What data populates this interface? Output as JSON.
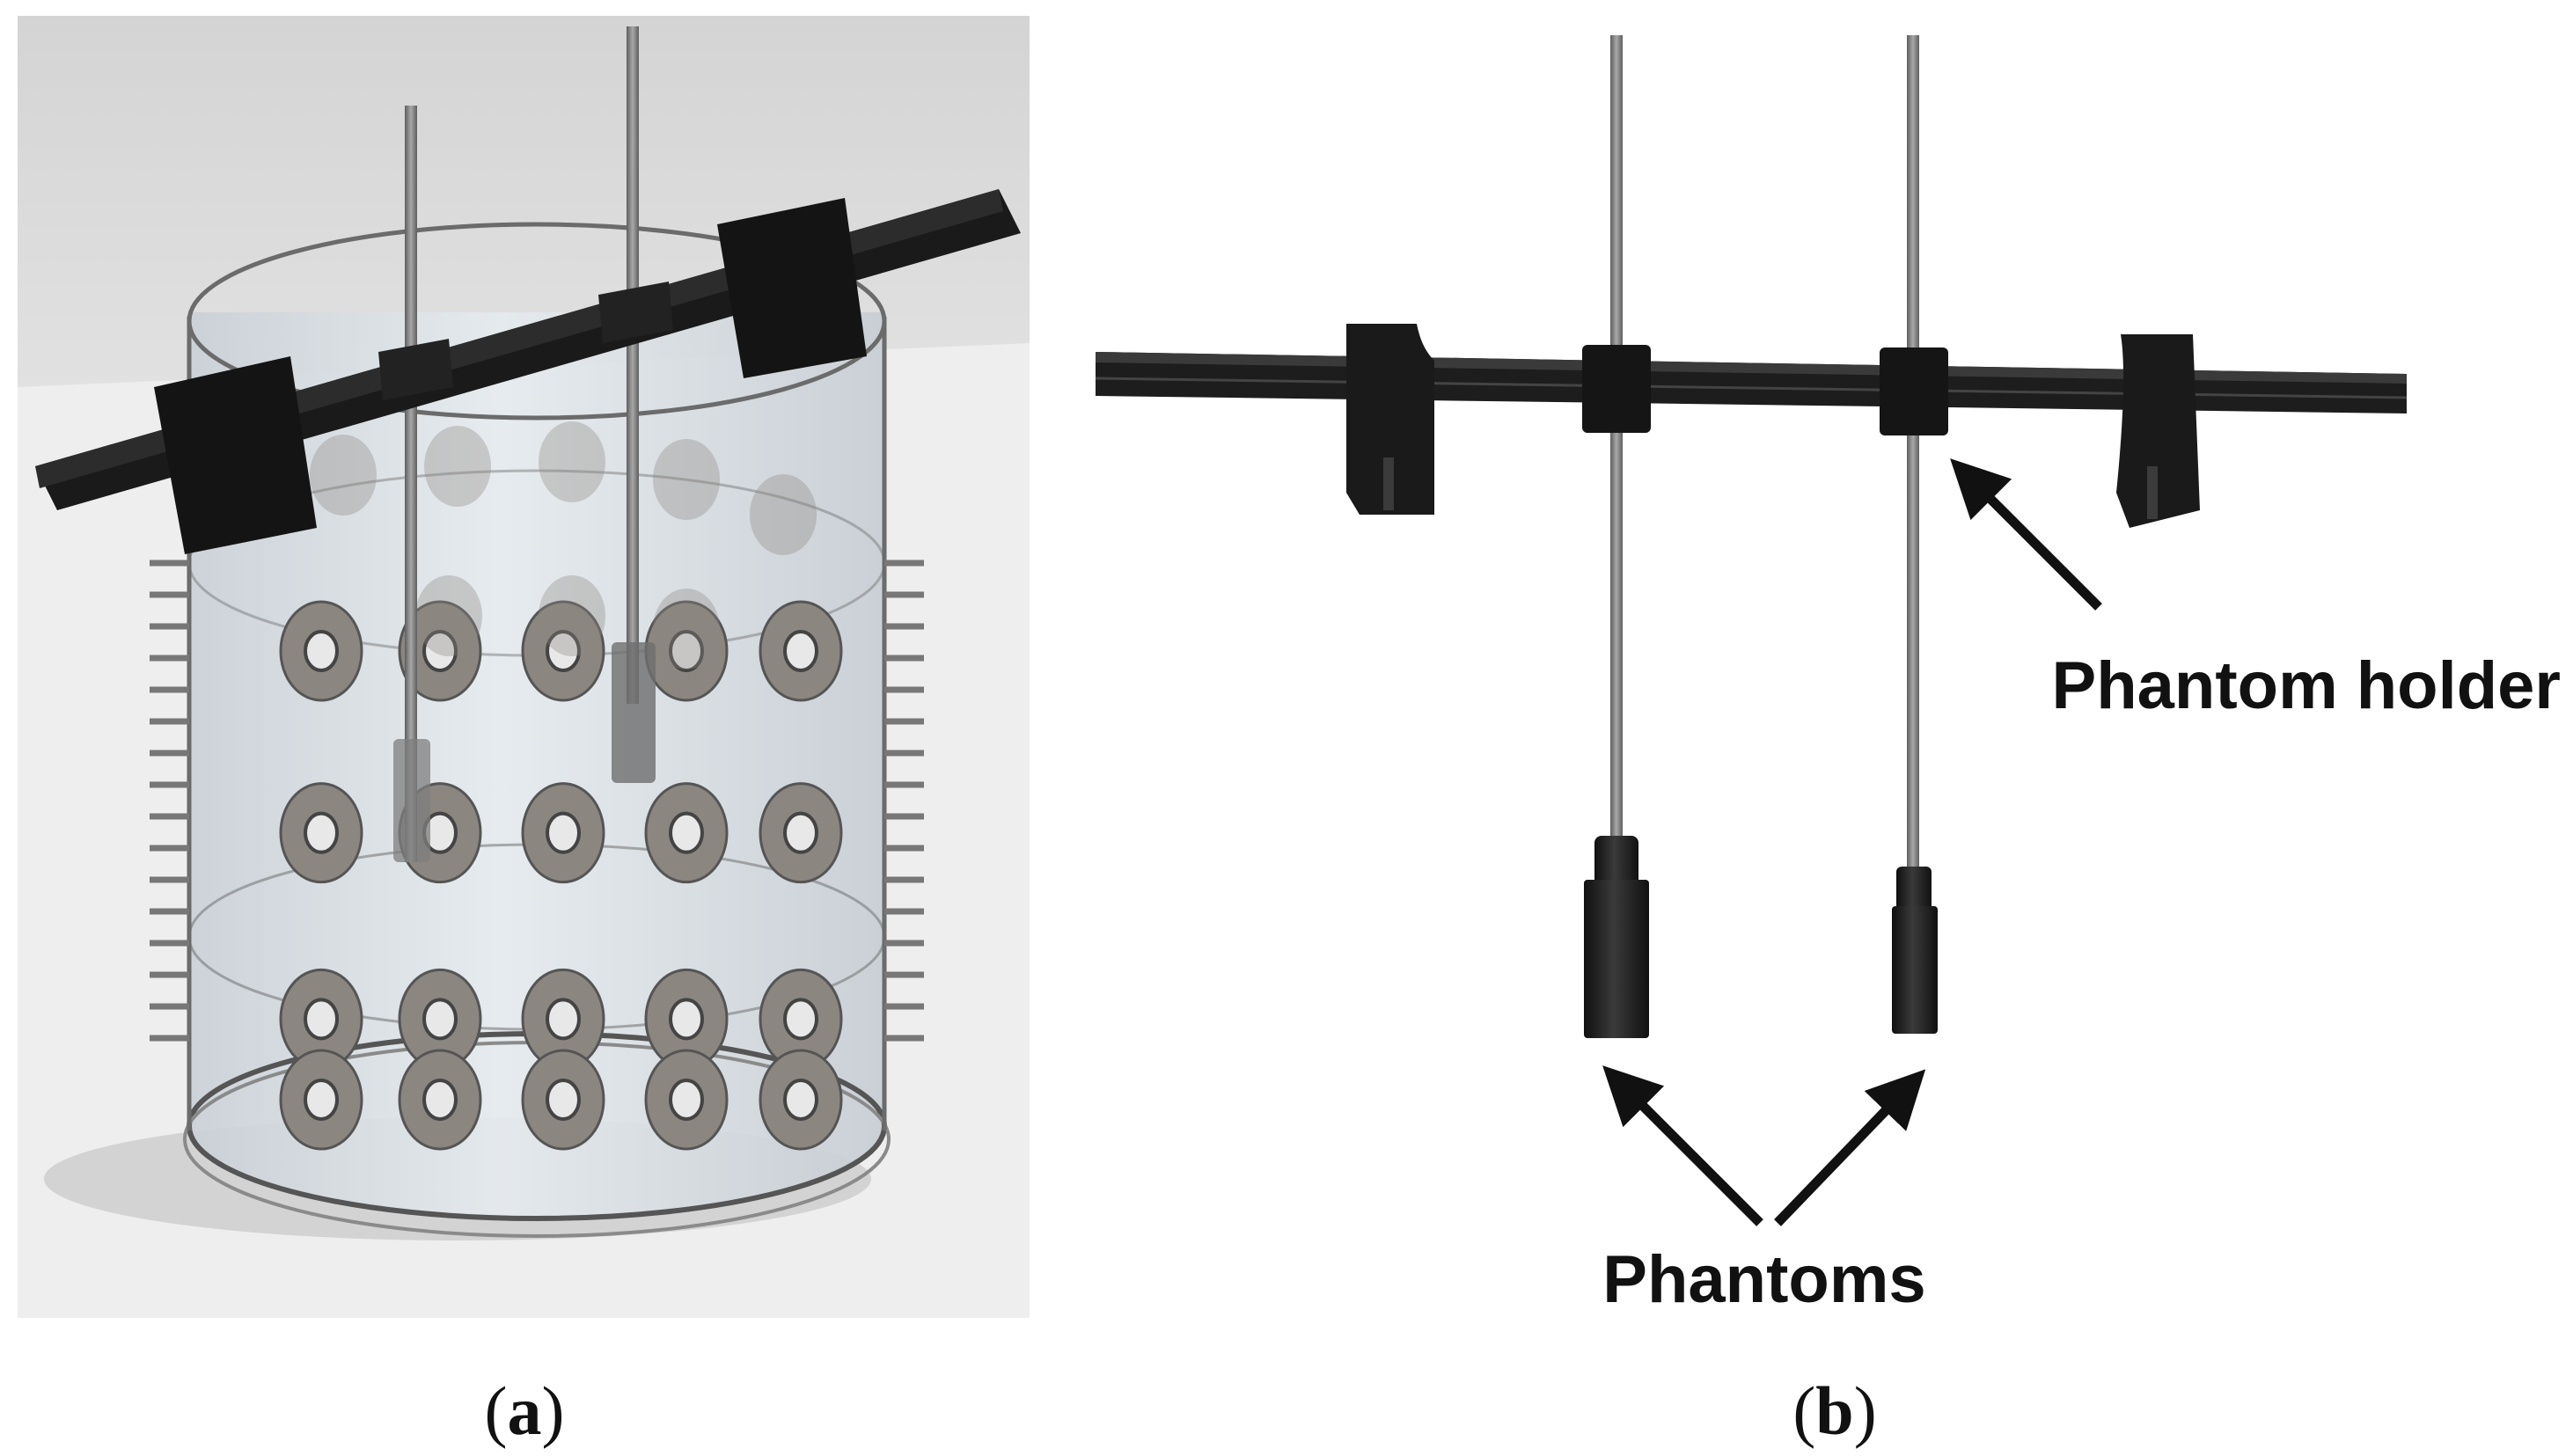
{
  "panels": {
    "a": {
      "caption_letter": "a"
    },
    "b": {
      "caption_letter": "b",
      "labels": {
        "holder": "Phantom holder",
        "phantoms": "Phantoms"
      }
    }
  },
  "colors": {
    "bar": "#1c1c1c",
    "rod": "#8a8a8a",
    "tank_fill": "#dfe5ea",
    "electrode_disc": "#8b8680",
    "background_wall": "#e9e9e9",
    "arrow": "#111111"
  },
  "electrodes": {
    "rows_front": 4,
    "columns_front": 5
  }
}
